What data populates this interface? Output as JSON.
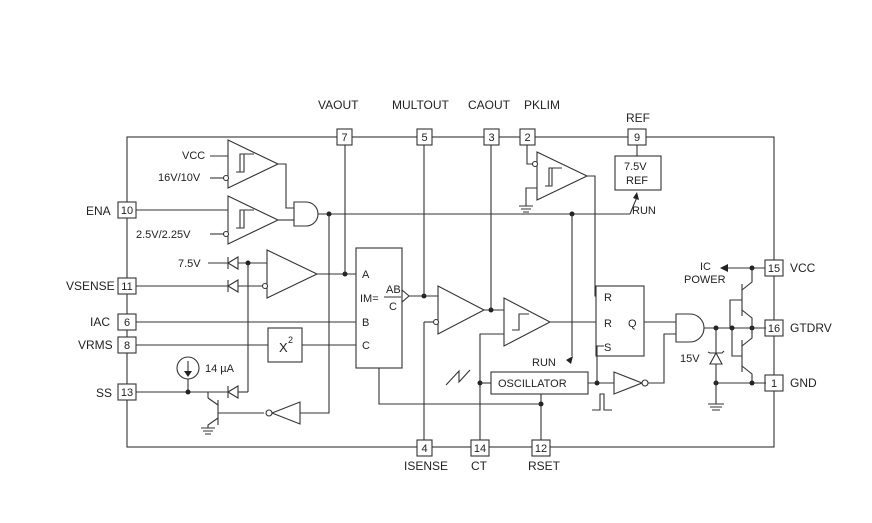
{
  "pins_top": {
    "vaout": {
      "label": "VAOUT",
      "num": "7"
    },
    "multout": {
      "label": "MULTOUT",
      "num": "5"
    },
    "caout": {
      "label": "CAOUT",
      "num": "3"
    },
    "pklim": {
      "label": "PKLIM",
      "num": "2"
    },
    "ref": {
      "label": "REF",
      "num": "9"
    }
  },
  "pins_left": {
    "ena": {
      "label": "ENA",
      "num": "10"
    },
    "vsense": {
      "label": "VSENSE",
      "num": "11"
    },
    "iac": {
      "label": "IAC",
      "num": "6"
    },
    "vrms": {
      "label": "VRMS",
      "num": "8"
    },
    "ss": {
      "label": "SS",
      "num": "13"
    }
  },
  "pins_bottom": {
    "isense": {
      "label": "ISENSE",
      "num": "4"
    },
    "ct": {
      "label": "CT",
      "num": "14"
    },
    "rset": {
      "label": "RSET",
      "num": "12"
    }
  },
  "pins_right": {
    "vcc": {
      "label": "VCC",
      "num": "15"
    },
    "gtdrv": {
      "label": "GTDRV",
      "num": "16"
    },
    "gnd": {
      "label": "GND",
      "num": "1"
    }
  },
  "blocks": {
    "ref_line1": "7.5V",
    "ref_line2": "REF",
    "run_ref": "RUN",
    "run_osc": "RUN",
    "oscillator": "OSCILLATOR",
    "square": "X",
    "square_exp": "2",
    "mult_a": "A",
    "mult_b": "B",
    "mult_c": "C",
    "mult_im": "IM=",
    "mult_num": "AB",
    "mult_den": "C",
    "ff_r1": "R",
    "ff_r2": "R",
    "ff_s": "S",
    "ff_q": "Q"
  },
  "labels": {
    "vcc_in": "VCC",
    "thr_16_10": "16V/10V",
    "thr_25_225": "2.5V/2.25V",
    "v75": "7.5V",
    "i14": "14 µA",
    "ic": "IC",
    "power": "POWER",
    "z15": "15V"
  }
}
